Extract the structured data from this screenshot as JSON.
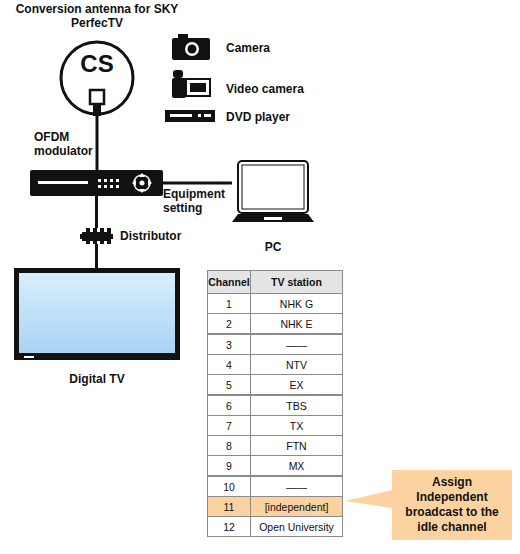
{
  "diagram": {
    "nodes": [
      {
        "text": [
          "Conversion antenna for SKY PerfecTV",
          "CS"
        ]
      },
      {
        "text": [
          "OFDM modulator"
        ]
      },
      {
        "text": [
          "Distributor"
        ]
      },
      {
        "text": [
          "PC"
        ]
      },
      {
        "text": [
          "Digital TV"
        ]
      },
      {
        "text": [
          "Assign Independent broadcast to the idle channel"
        ]
      }
    ],
    "edges": [
      {
        "from": 0,
        "to": 1,
        "arrow": "none"
      },
      {
        "from": 1,
        "to": 3,
        "label": "Equipment setting",
        "arrow": "none"
      },
      {
        "from": 1,
        "to": 2,
        "arrow": "none"
      },
      {
        "from": 2,
        "to": 4,
        "arrow": "none"
      }
    ],
    "labels": [
      "Camera",
      "Video camera",
      "DVD player",
      "Channel",
      "TV station",
      "1",
      "NHK G",
      "2",
      "NHK E",
      "3",
      "——",
      "4",
      "NTV",
      "5",
      "EX",
      "6",
      "TBS",
      "7",
      "TX",
      "8",
      "FTN",
      "9",
      "MX",
      "10",
      "——",
      "11",
      "[independent]",
      "12",
      "Open University"
    ]
  }
}
